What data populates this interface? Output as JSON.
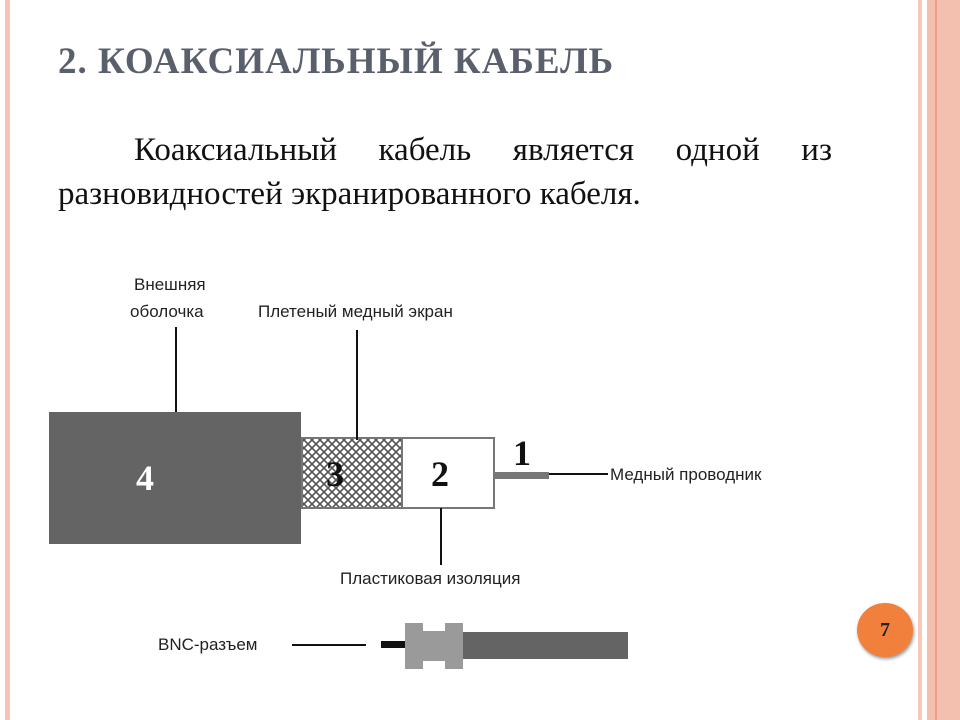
{
  "slide": {
    "title": "2. КОАКСИАЛЬНЫЙ КАБЕЛЬ",
    "body": "Коаксиальный кабель является одной из разновидностей экранированного кабеля.",
    "page_number": "7"
  },
  "diagram": {
    "labels": {
      "outer_jacket_line1": "Внешняя",
      "outer_jacket_line2": "оболочка",
      "braided_shield": "Плетеный медный экран",
      "copper_conductor": "Медный проводник",
      "plastic_insulation": "Пластиковая изоляция",
      "bnc_connector": "BNC-разъем"
    },
    "numbers": {
      "n1": "1",
      "n2": "2",
      "n3": "3",
      "n4": "4"
    },
    "colors": {
      "jacket": "#646464",
      "connector": "#9a9a9a",
      "accent": "#f0803c"
    }
  }
}
